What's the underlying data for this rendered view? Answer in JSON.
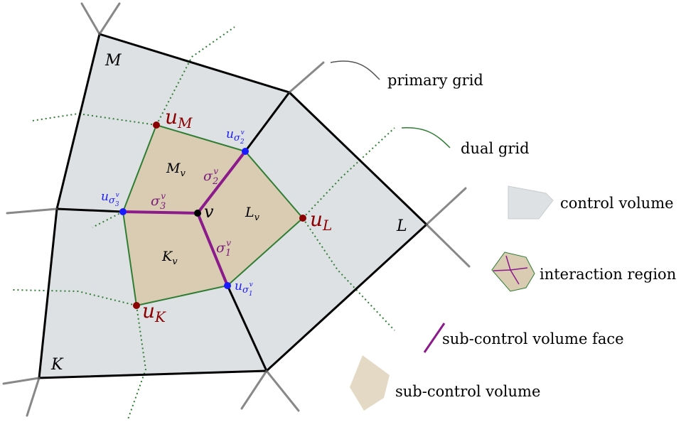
{
  "colors": {
    "control_volume_fill": "#dde1e3",
    "interaction_fill": "#d9ccb2",
    "primary_edge": "#000000",
    "dual_edge": "#2e7d32",
    "face_color": "#8b1a8b",
    "cell_node": "#8b0000",
    "face_node": "#1a1aff",
    "vertex_node": "#000000",
    "cell_label": "#8b0000",
    "face_label": "#1a1aff",
    "face_text": "#7a1a7a"
  },
  "cells": {
    "M": "M",
    "L": "L",
    "K": "K"
  },
  "vertex": {
    "label": "v"
  },
  "sub_volumes": {
    "M": {
      "base": "M",
      "sub": "v"
    },
    "L": {
      "base": "L",
      "sub": "v"
    },
    "K": {
      "base": "K",
      "sub": "v"
    }
  },
  "cell_unknowns": {
    "M": {
      "base": "u",
      "sub": "M"
    },
    "L": {
      "base": "u",
      "sub": "L"
    },
    "K": {
      "base": "u",
      "sub": "K"
    }
  },
  "face_unknowns": {
    "s1": {
      "base": "u",
      "sub": "σ",
      "subsub": "1",
      "sup": "v"
    },
    "s2": {
      "base": "u",
      "sub": "σ",
      "subsub": "2",
      "sup": "v"
    },
    "s3": {
      "base": "u",
      "sub": "σ",
      "subsub": "3",
      "sup": "v"
    }
  },
  "faces": {
    "s1": {
      "base": "σ",
      "sub": "1",
      "sup": "v"
    },
    "s2": {
      "base": "σ",
      "sub": "2",
      "sup": "v"
    },
    "s3": {
      "base": "σ",
      "sub": "3",
      "sup": "v"
    }
  },
  "legend": {
    "primary_grid": "primary grid",
    "dual_grid": "dual grid",
    "control_volume": "control volume",
    "interaction_region": "interaction region",
    "sub_control_volume_face": "sub-control volume face",
    "sub_control_volume": "sub-control volume"
  }
}
